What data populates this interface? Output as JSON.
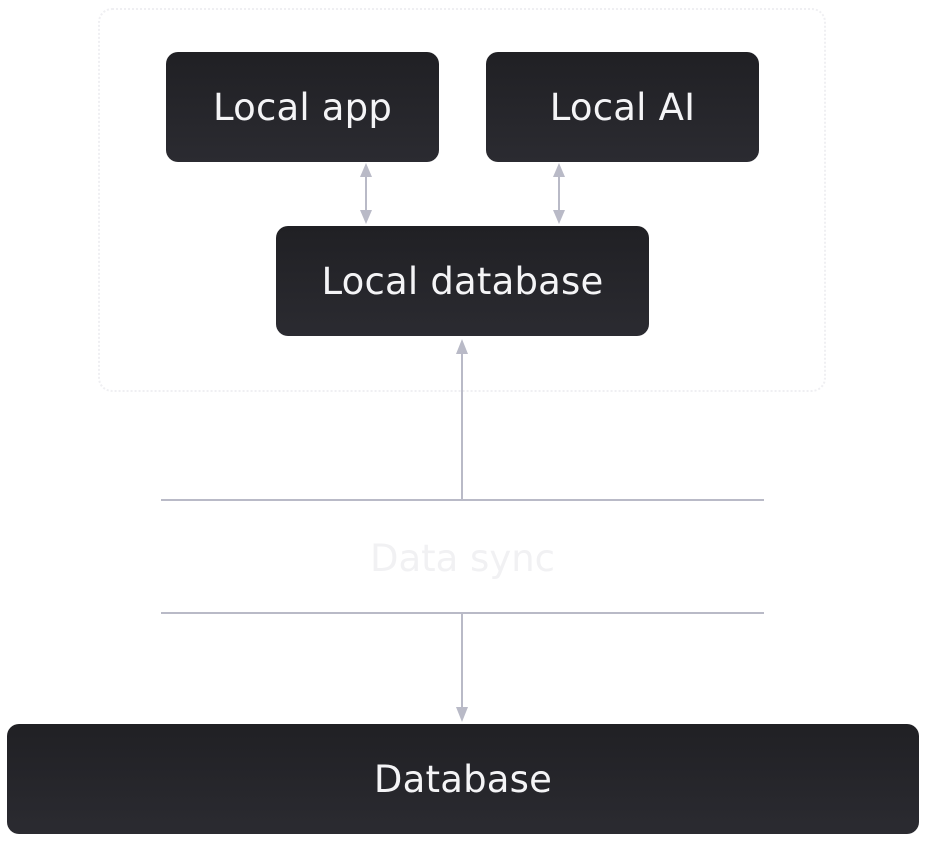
{
  "nodes": {
    "local_app": "Local app",
    "local_ai": "Local AI",
    "local_database": "Local database",
    "database": "Database"
  },
  "sync": {
    "label": "Data sync"
  },
  "colors": {
    "node_fill": "#232328",
    "node_text": "#f4f4f6",
    "connector": "#b9bac7",
    "region_border": "#efeff2",
    "sync_text": "#f1f1f3"
  }
}
